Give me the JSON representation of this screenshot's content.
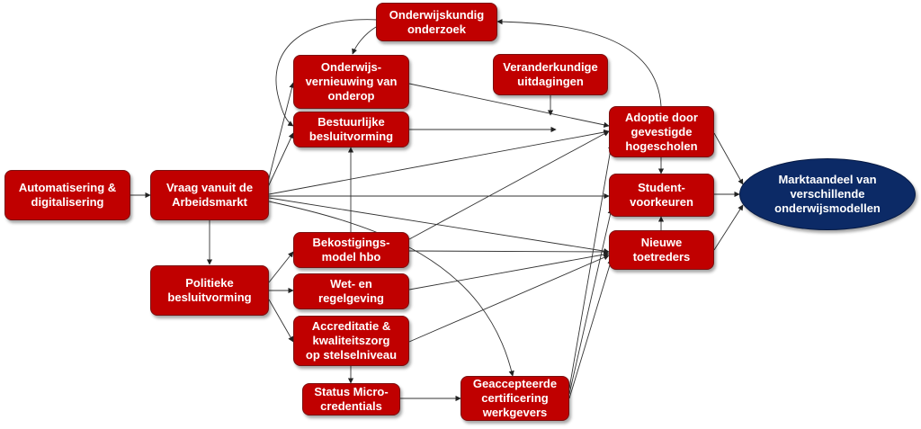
{
  "nodes": {
    "automatisering": "Automatisering &\ndigitalisering",
    "vraag": "Vraag vanuit de\nArbeidsmarkt",
    "politieke": "Politieke\nbesluitvorming",
    "onderwijskundig": "Onderwijskundig\nonderzoek",
    "onderwijsvernieuwing": "Onderwijs-\nvernieuwing van\nonderop",
    "bestuurlijke": "Bestuurlijke\nbesluitvorming",
    "veranderkundige": "Veranderkundige\nuitdagingen",
    "bekostiging": "Bekostigings-\nmodel hbo",
    "wet": "Wet- en\nregelgeving",
    "accreditatie": "Accreditatie &\nkwaliteitszorg\nop stelselniveau",
    "status": "Status Micro-\ncredentials",
    "geaccepteerde": "Geaccepteerde\ncertificering\nwerkgevers",
    "adoptie": "Adoptie door\ngevestigde\nhogescholen",
    "student": "Student-\nvoorkeuren",
    "nieuwe": "Nieuwe\ntoetreders",
    "marktaandeel": "Marktaandeel van\nverschillende\nonderwijsmodellen"
  },
  "colors": {
    "node_fill": "#c00000",
    "outcome_fill": "#0c2a66",
    "edge": "#333333"
  }
}
